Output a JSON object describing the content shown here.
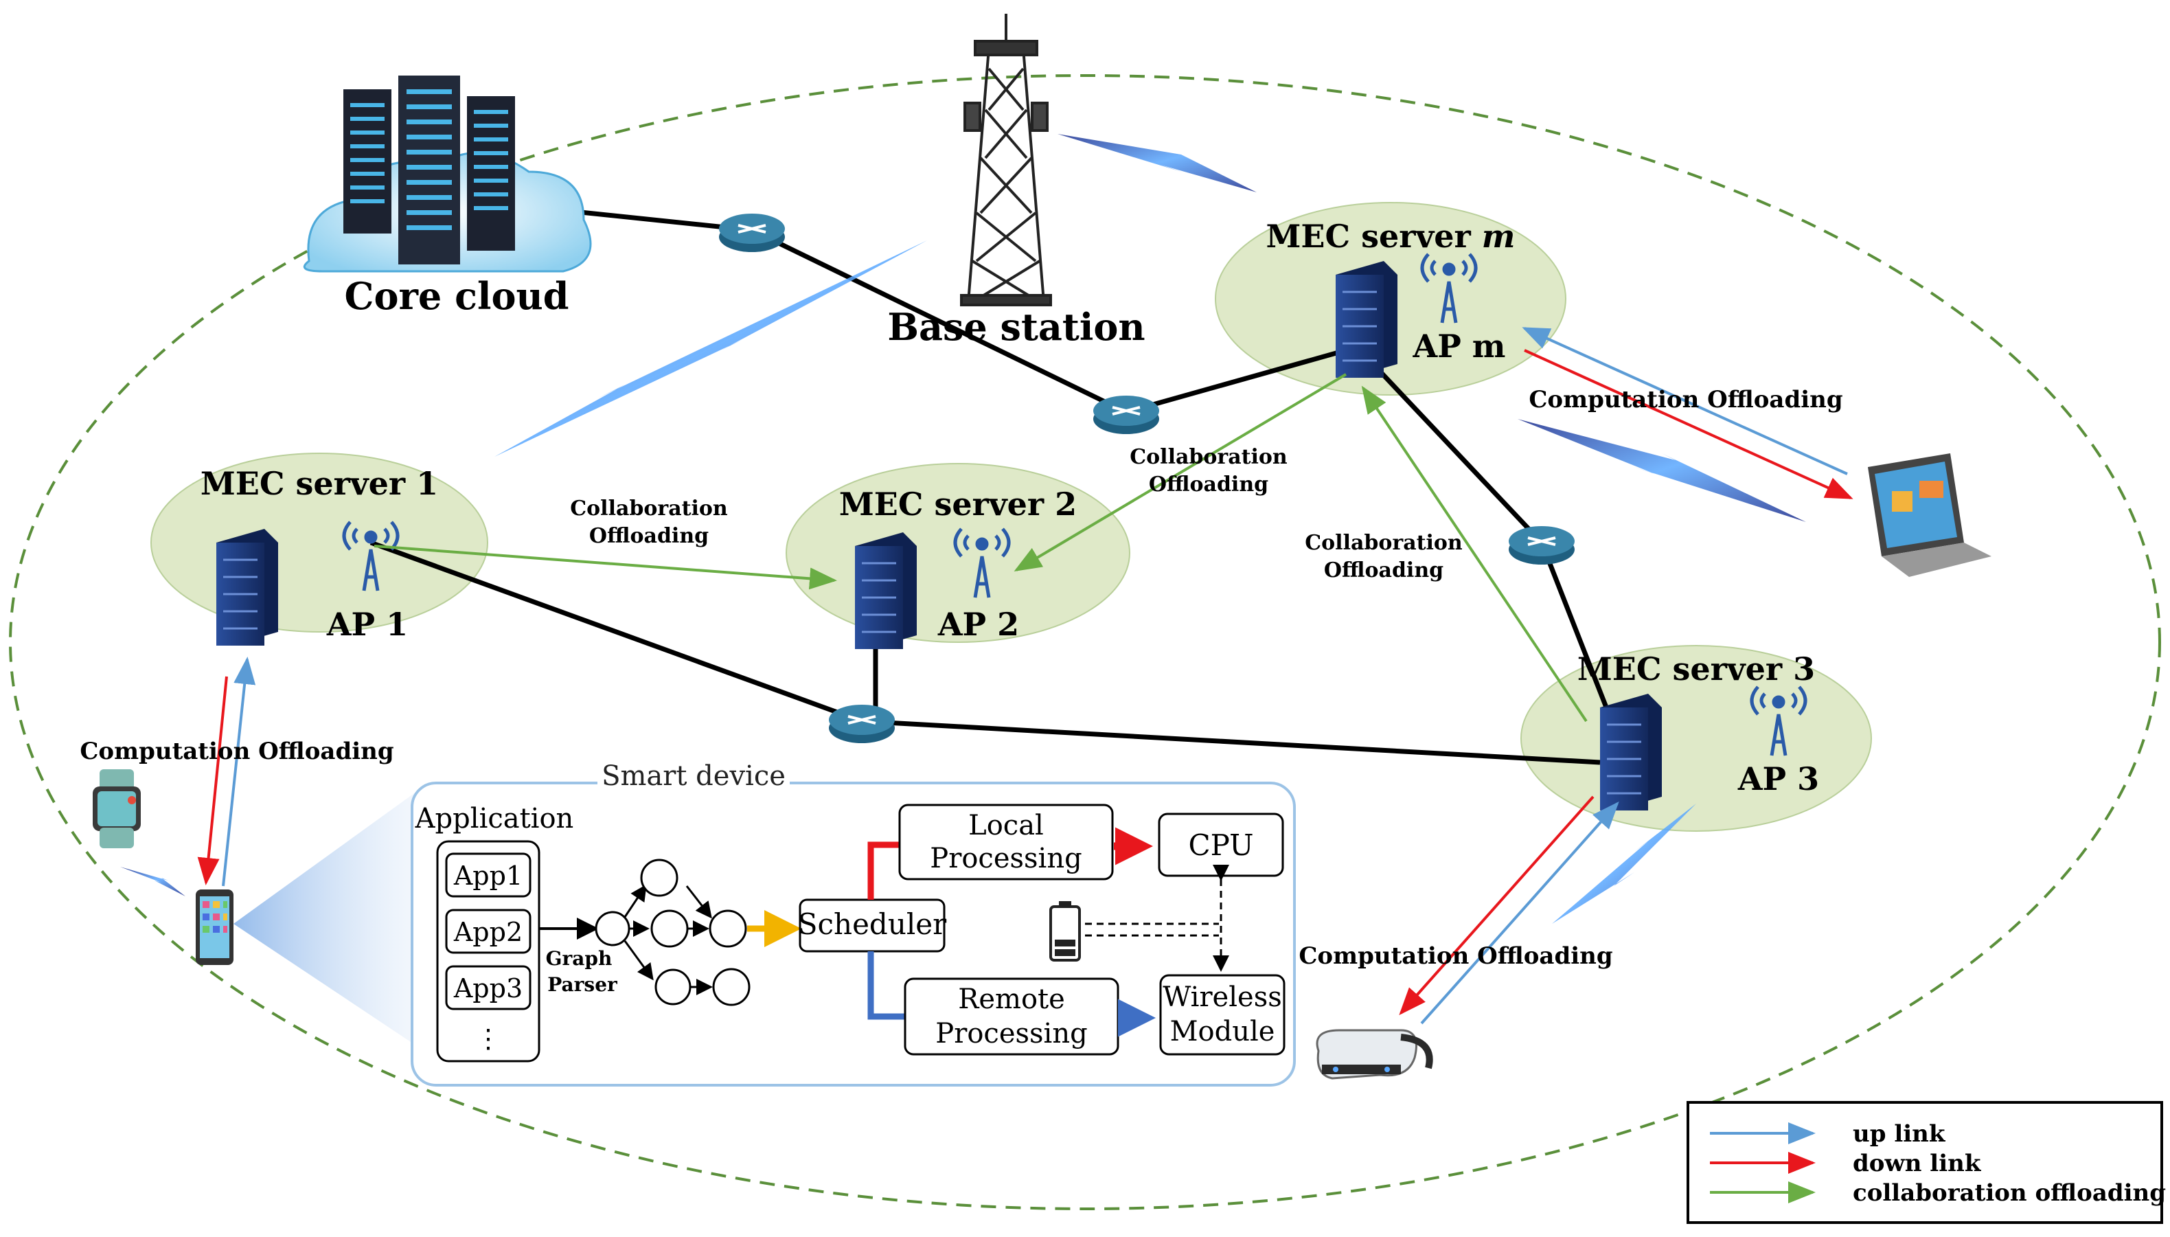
{
  "nodes": {
    "core_cloud": "Core cloud",
    "base_station": "Base station",
    "mec1": "MEC server 1",
    "mec2": "MEC server 2",
    "mec3": "MEC server 3",
    "mecm_prefix": "MEC server ",
    "mecm_italic": "m",
    "ap1": "AP 1",
    "ap2": "AP 2",
    "ap3": "AP 3",
    "apm": "AP m"
  },
  "labels": {
    "collab1_l1": "Collaboration",
    "collab1_l2": "Offloading",
    "collab2_l1": "Collaboration",
    "collab2_l2": "Offloading",
    "collab3_l1": "Collaboration",
    "collab3_l2": "Offloading",
    "comp_left": "Computation Offloading",
    "comp_right": "Computation Offloading",
    "comp_bottom": "Computation Offloading"
  },
  "smart_device": {
    "title": "Smart device",
    "application": "Application",
    "apps": [
      "App1",
      "App2",
      "App3",
      "⋮"
    ],
    "graph_parser_l1": "Graph",
    "graph_parser_l2": "Parser",
    "scheduler": "Scheduler",
    "local_l1": "Local",
    "local_l2": "Processing",
    "remote_l1": "Remote",
    "remote_l2": "Processing",
    "cpu": "CPU",
    "wireless_l1": "Wireless",
    "wireless_l2": "Module"
  },
  "legend": {
    "up": "up link",
    "down": "down link",
    "collab": "collaboration offloading"
  },
  "colors": {
    "up_link": "#5b9bd5",
    "down_link": "#e8171d",
    "collaboration": "#6aad44",
    "zone_fill": "#dfe9c8",
    "server_blue": "#1f3b7a",
    "router": "#2f6e8f"
  }
}
